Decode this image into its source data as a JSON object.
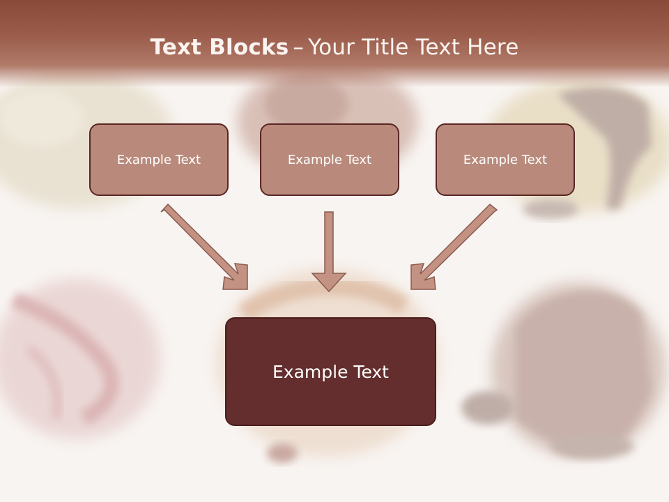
{
  "title": {
    "bold": "Text Blocks",
    "dash": "–",
    "rest": "Your Title Text Here"
  },
  "blocks": [
    {
      "label": "Example Text"
    },
    {
      "label": "Example Text"
    },
    {
      "label": "Example Text"
    }
  ],
  "center_block": {
    "label": "Example Text"
  },
  "colors": {
    "header": "#9b5c4b",
    "small_box": "#b98a7b",
    "center_box": "#632e2d",
    "arrow": "#c49283",
    "border": "#5a2624"
  }
}
